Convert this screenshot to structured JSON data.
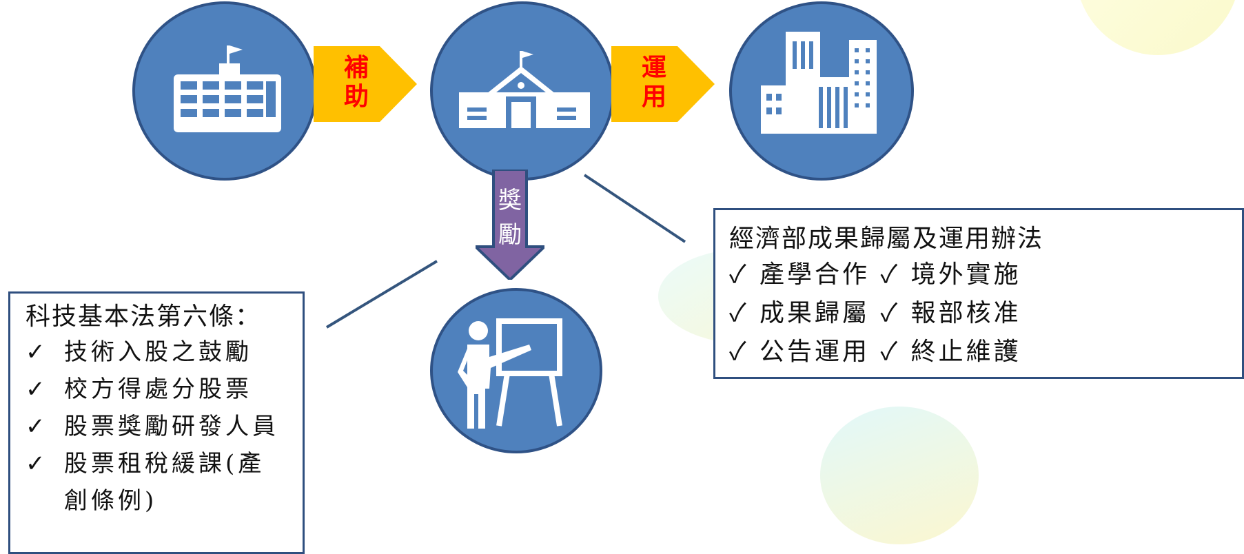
{
  "colors": {
    "circle": "#4f81bd",
    "circle_border": "#2f5286",
    "arrow_yellow": "#ffc000",
    "arrow_purple": "#8064a2",
    "label_red": "#ff0000",
    "box_border": "#2f4f7f",
    "connector": "#34557d"
  },
  "nodes": [
    {
      "icon": "office-building-icon"
    },
    {
      "icon": "school-building-icon"
    },
    {
      "icon": "city-buildings-icon"
    },
    {
      "icon": "teacher-presenting-icon"
    }
  ],
  "arrows": {
    "subsidy": {
      "label_1": "補",
      "label_2": "助"
    },
    "use": {
      "label_1": "運",
      "label_2": "用"
    },
    "reward": {
      "label_1": "獎",
      "label_2": "勵"
    }
  },
  "left_box": {
    "title": "科技基本法第六條：",
    "check": "✓",
    "items": [
      "技術入股之鼓勵",
      "校方得處分股票",
      "股票獎勵研發人員",
      "股票租稅緩課(產創條例)"
    ]
  },
  "right_box": {
    "title": "經濟部成果歸屬及運用辦法",
    "check": "✓",
    "items": [
      "產學合作",
      "境外實施",
      "成果歸屬",
      "報部核准",
      "公告運用",
      "終止維護"
    ]
  }
}
